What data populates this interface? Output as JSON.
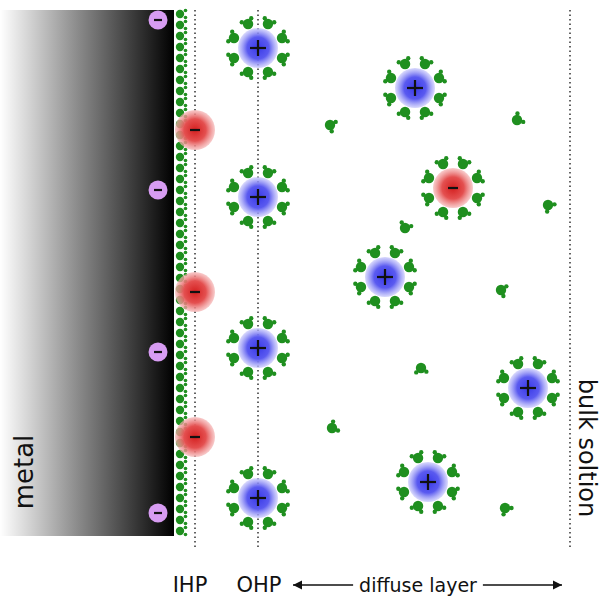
{
  "diagram": {
    "labels": [
      "metal",
      "IHP",
      "OHP",
      "diffuse layer",
      "bulk soltion"
    ]
  }
}
